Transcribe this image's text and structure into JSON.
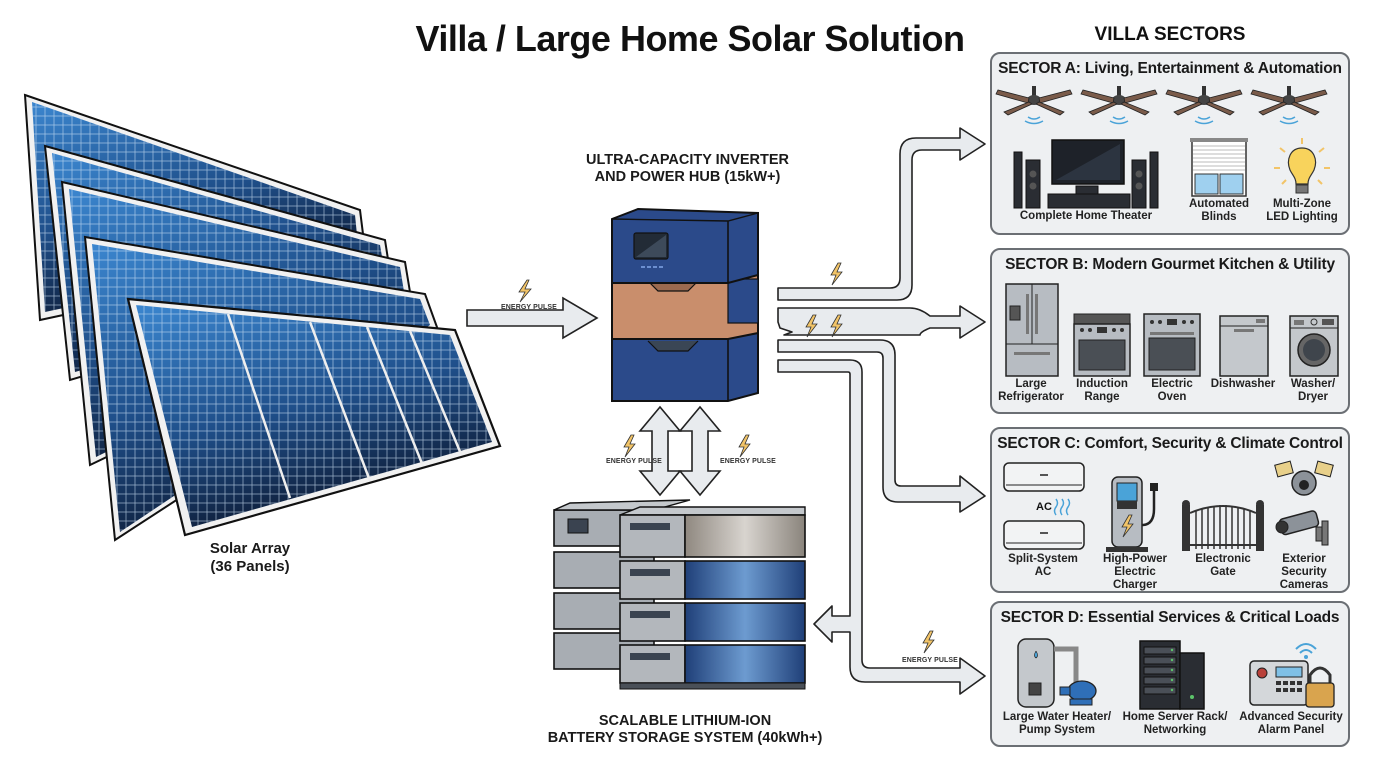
{
  "title": "Villa / Large Home Solar Solution",
  "solar_array": {
    "label_line1": "Solar Array",
    "label_line2": "(36 Panels)",
    "panel_count": 36
  },
  "inverter": {
    "label_line1": "ULTRA-CAPACITY INVERTER",
    "label_line2": "AND POWER HUB (15kW+)"
  },
  "battery": {
    "label_line1": "SCALABLE LITHIUM-ION",
    "label_line2": "BATTERY STORAGE SYSTEM (40kWh+)"
  },
  "flows": {
    "pulse_label": "ENERGY PULSE",
    "icon": "lightning-bolt-icon"
  },
  "sectors_title": "VILLA SECTORS",
  "sectors": [
    {
      "title": "SECTOR A: Living, Entertainment & Automation",
      "items": [
        {
          "name": "ceiling-fan",
          "caption": ""
        },
        {
          "name": "home-theater",
          "caption": "Complete Home Theater"
        },
        {
          "name": "blinds",
          "caption_l1": "Automated",
          "caption_l2": "Blinds"
        },
        {
          "name": "lighting",
          "caption_l1": "Multi-Zone",
          "caption_l2": "LED Lighting"
        }
      ]
    },
    {
      "title": "SECTOR B: Modern Gourmet Kitchen & Utility",
      "items": [
        {
          "name": "refrigerator",
          "caption_l1": "Large",
          "caption_l2": "Refrigerator"
        },
        {
          "name": "induction-range",
          "caption_l1": "Induction",
          "caption_l2": "Range"
        },
        {
          "name": "electric-oven",
          "caption_l1": "Electric",
          "caption_l2": "Oven"
        },
        {
          "name": "dishwasher",
          "caption_l1": "Dishwasher",
          "caption_l2": ""
        },
        {
          "name": "washer-dryer",
          "caption_l1": "Washer/",
          "caption_l2": "Dryer"
        }
      ]
    },
    {
      "title": "SECTOR C: Comfort, Security & Climate Control",
      "items": [
        {
          "name": "split-ac",
          "caption_l1": "Split-System",
          "caption_l2": "AC",
          "badge": "AC"
        },
        {
          "name": "ev-charger",
          "caption_l1": "High-Power",
          "caption_l2": "Electric Charger"
        },
        {
          "name": "electronic-gate",
          "caption_l1": "Electronic",
          "caption_l2": "Gate"
        },
        {
          "name": "security-cameras",
          "caption_l1": "Exterior Security",
          "caption_l2": "Cameras"
        }
      ]
    },
    {
      "title": "SECTOR D: Essential Services & Critical Loads",
      "items": [
        {
          "name": "water-heater-pump",
          "caption_l1": "Large Water Heater/",
          "caption_l2": "Pump System"
        },
        {
          "name": "server-rack",
          "caption_l1": "Home Server Rack/",
          "caption_l2": "Networking"
        },
        {
          "name": "alarm-panel",
          "caption_l1": "Advanced Security",
          "caption_l2": "Alarm Panel"
        }
      ]
    }
  ],
  "colors": {
    "inverter_blue": "#2b4a8a",
    "inverter_copper": "#c98e6c",
    "battery_blue": "#2f5b9a",
    "battery_gray": "#a8adb3",
    "solar_blue": "#2c6db4",
    "arrow_fill": "#e8ebee",
    "bolt": "#f2c468",
    "sector_bg": "#eef0f2"
  }
}
